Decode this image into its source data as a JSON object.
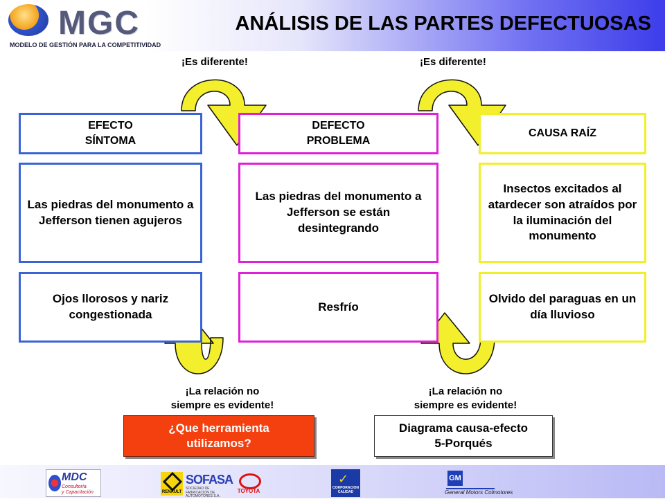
{
  "header": {
    "logo_text": "MGC",
    "logo_subtitle": "MODELO DE GESTIÓN PARA LA COMPETITIVIDAD",
    "title": "ANÁLISIS DE LAS PARTES DEFECTUOSAS"
  },
  "notes": {
    "top_left": "¡Es diferente!",
    "top_right": "¡Es diferente!",
    "bottom_left_line1": "¡La relación no",
    "bottom_left_line2": "siempre es evidente!",
    "bottom_right_line1": "¡La relación no",
    "bottom_right_line2": "siempre es evidente!"
  },
  "columns": {
    "efecto": {
      "header_line1": "EFECTO",
      "header_line2": "SÍNTOMA",
      "row1": "Las piedras del monumento a Jefferson tienen agujeros",
      "row2": "Ojos llorosos y nariz congestionada"
    },
    "defecto": {
      "header_line1": "DEFECTO",
      "header_line2": "PROBLEMA",
      "row1": "Las piedras del monumento a Jefferson se están desintegrando",
      "row2": "Resfrío"
    },
    "causa": {
      "header": "CAUSA RAÍZ",
      "row1": "Insectos excitados al atardecer son atraídos por la iluminación del monumento",
      "row2": "Olvido del paraguas en un día lluvioso"
    }
  },
  "tools": {
    "question_line1": "¿Que herramienta",
    "question_line2": "utilizamos?",
    "answer_line1": "Diagrama causa-efecto",
    "answer_line2": "5-Porqués"
  },
  "footer": {
    "mdc_name": "MDC",
    "mdc_sub1": "Consultoría",
    "mdc_sub2": "y Capacitación",
    "renault": "RENAULT",
    "sofasa": "SOFASA",
    "sofasa_sub": "SOCIEDAD DE FABRICACION DE AUTOMOTORES S.A.",
    "toyota": "TOYOTA",
    "corp": "CORPORACION CALIDAD",
    "gm_mark": "GM",
    "gm_text": "General Motors Colmotores"
  },
  "colors": {
    "efecto": "#3a63d6",
    "defecto": "#e020d8",
    "causa": "#f1ef2a",
    "arrow_fill": "#f4ef2c",
    "tool_question": "#f4400e"
  }
}
